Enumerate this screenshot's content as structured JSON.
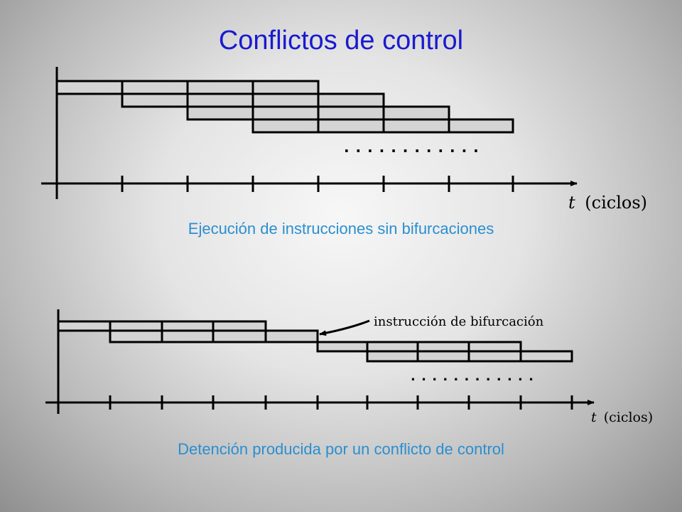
{
  "title": "Conflictos de control",
  "diagram_top": {
    "caption": "Ejecución de instrucciones sin bifurcaciones",
    "axis_variable": "t",
    "axis_unit": "(ciclos)",
    "continuation": ". . . . . . . . . . . ."
  },
  "diagram_bottom": {
    "caption": "Detención producida por un conflicto de control",
    "axis_variable": "t",
    "axis_unit": "(ciclos)",
    "continuation": ". . . . . . . . . . . .",
    "annotation": "instrucción de bifurcación"
  },
  "colors": {
    "title": "#1a1ad0",
    "caption": "#2b8fd0",
    "stage_fill": "#d4d4d4",
    "line": "#000000"
  }
}
